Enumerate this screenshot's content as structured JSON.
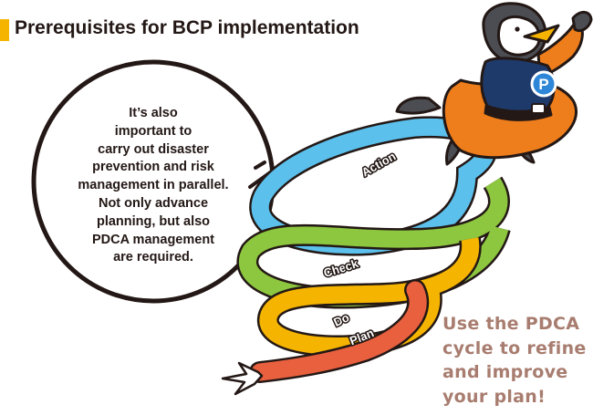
{
  "title": "Prerequisites for BCP implementation",
  "bubble_lines": [
    "It’s also",
    "important to",
    "carry out disaster",
    "prevention and risk",
    "management in parallel.",
    "Not only advance",
    "planning, but also",
    "PDCA management",
    "are required."
  ],
  "stages": {
    "plan": "Plan",
    "do": "Do",
    "check": "Check",
    "action": "Action"
  },
  "mascot_badge": "P",
  "callout_lines": [
    "Use the PDCA",
    "cycle to refine",
    "and improve",
    "your plan!"
  ],
  "colors": {
    "title_bar": "#f5b400",
    "plan": "#e9603f",
    "do": "#f5b400",
    "check": "#8dc63f",
    "action": "#5bc0ec",
    "callout": "#a87d6f",
    "mascot_suit": "#ee7d1b",
    "mascot_vest": "#1e3a6b"
  }
}
